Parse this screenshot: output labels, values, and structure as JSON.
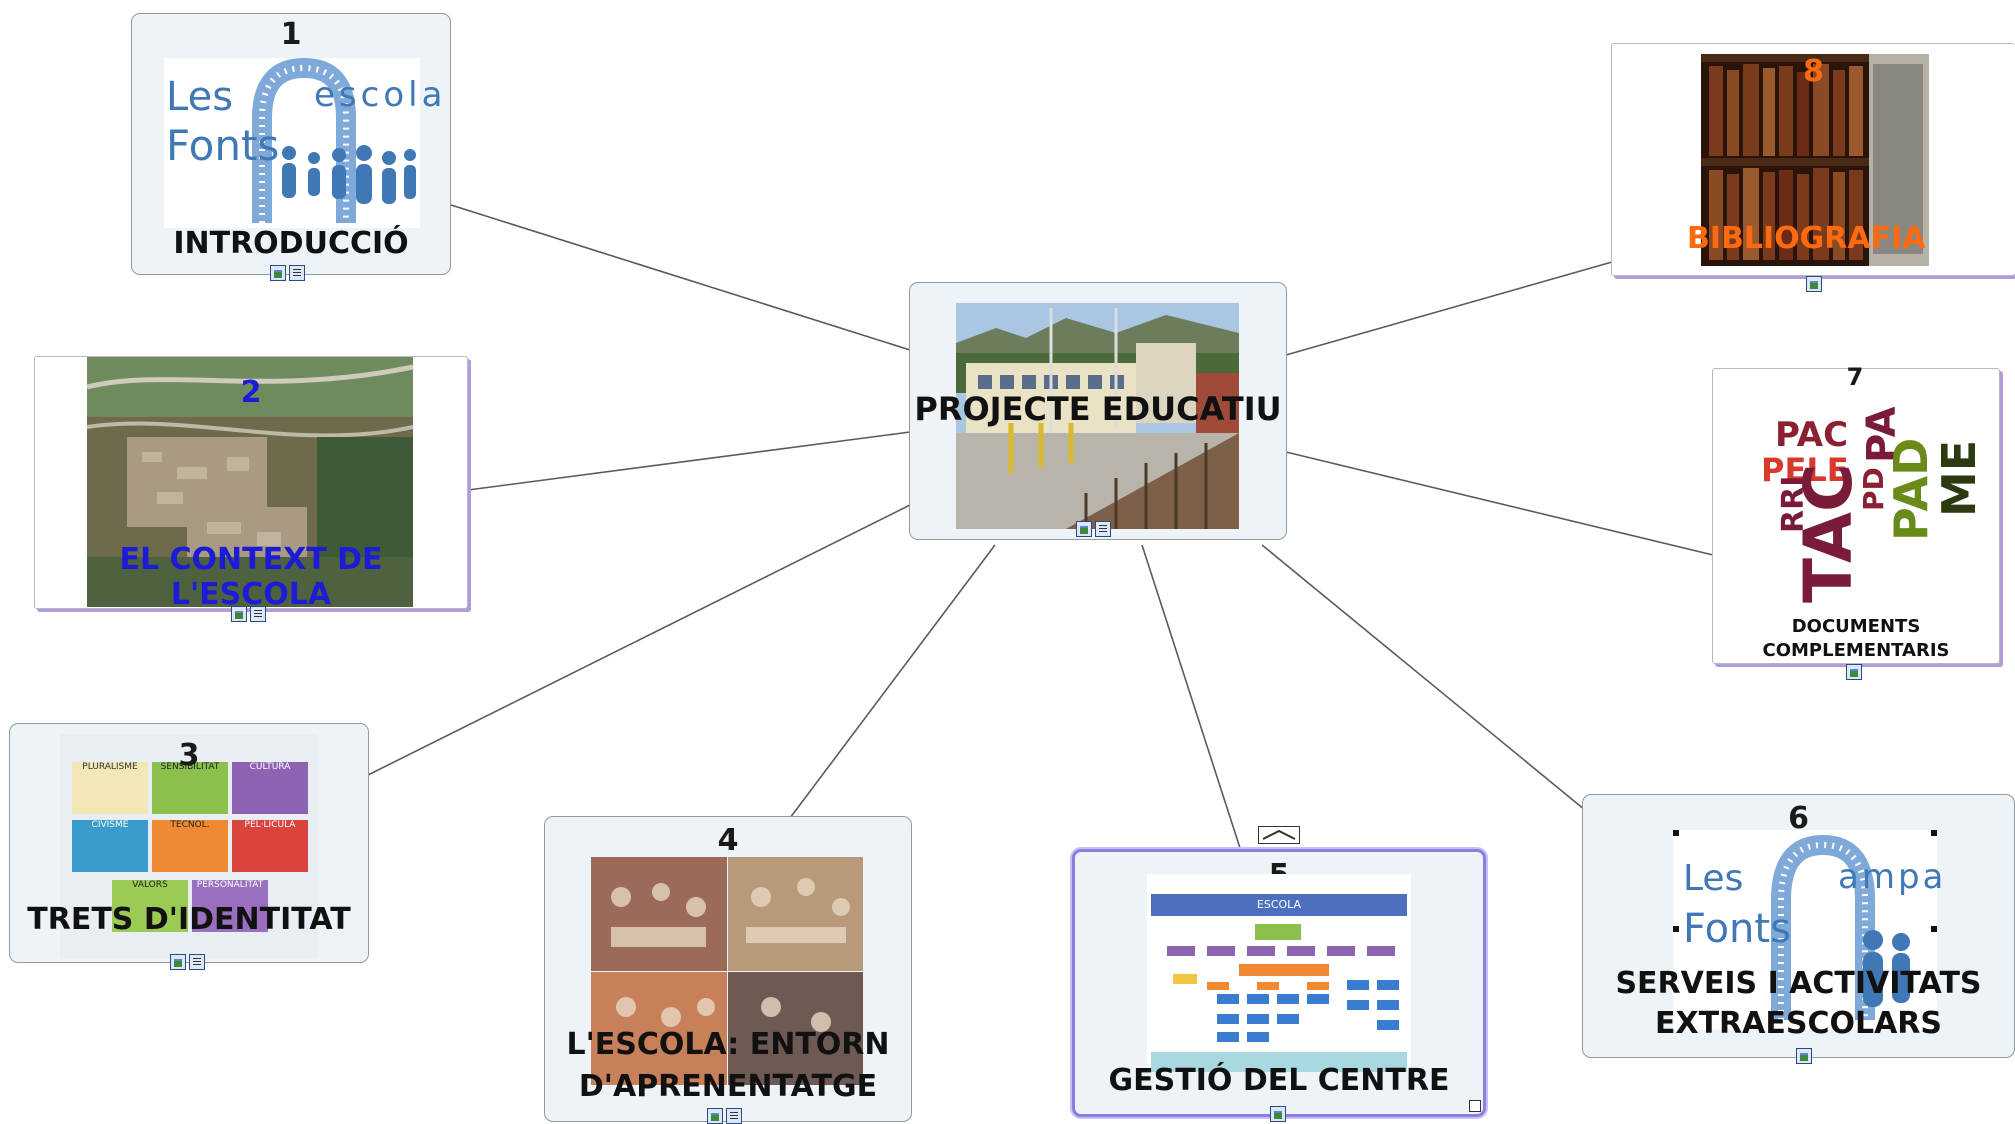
{
  "center": {
    "title": "PROJECTE EDUCATIU"
  },
  "nodes": {
    "n1": {
      "number": "1",
      "title": "INTRODUCCIÓ",
      "logo_a": "Les",
      "logo_b": "Fonts",
      "logo_c": "escola"
    },
    "n2": {
      "number": "2",
      "title": "EL CONTEXT DE L'ESCOLA"
    },
    "n3": {
      "number": "3",
      "title": "TRETS D'IDENTITAT",
      "tiles": [
        "PLURALISME",
        "SENSIBILITAT",
        "CULTURA",
        "CIVISME",
        "TECNOL.",
        "PEL·LÍCULA",
        "VALORS",
        "PERSONALITAT"
      ]
    },
    "n4": {
      "number": "4",
      "title_line1": "L'ESCOLA: ENTORN",
      "title_line2": "D'APRENENTATGE"
    },
    "n5": {
      "number": "5",
      "title": "GESTIÓ DEL CENTRE",
      "chart_head": "ESCOLA"
    },
    "n6": {
      "number": "6",
      "title_line1": "SERVEIS I ACTIVITATS",
      "title_line2": "EXTRAESCOLARS",
      "logo_a": "Les",
      "logo_b": "Fonts",
      "logo_c": "ampa"
    },
    "n7": {
      "number": "7",
      "title_line1": "DOCUMENTS",
      "title_line2": "COMPLEMENTARIS",
      "words": [
        "PAC",
        "PELE",
        "RRI",
        "TAC",
        "PD",
        "PA",
        "PAD",
        "ME"
      ]
    },
    "n8": {
      "number": "8",
      "title": "BIBLIOGRAFIA"
    }
  },
  "colors": {
    "accent_blue": "#1c1cd6",
    "bibliography_orange": "#ff6a10",
    "line": "#5a5a5a",
    "node_bg": "#edf3f6",
    "node_border": "#8f9aa3",
    "selection": "#8a7fe0",
    "logo_blue": "#3f78b5"
  },
  "icons": [
    "picture-attachment-icon",
    "note-attachment-icon",
    "collapse-arrow-icon",
    "resize-handle-icon"
  ]
}
